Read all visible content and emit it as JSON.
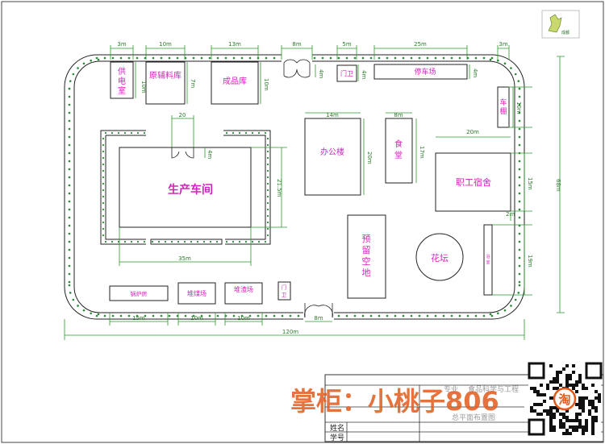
{
  "colors": {
    "label": "#d81fbf",
    "dimension": "#2a9a2a",
    "road": "#2a8a3a",
    "watermark": "#e25b1b"
  },
  "map_label": "成都",
  "buildings": {
    "power_room": "供电室",
    "raw_material_store": "原辅料库",
    "product_store": "成品库",
    "gate_top": "门卫",
    "parking": "停车场",
    "bike_shed": "车棚",
    "production_workshop": "生产车间",
    "office": "办公楼",
    "canteen": "食堂",
    "dormitory": "职工宿舍",
    "reserved_land": "预留空地",
    "flower_bed": "花坛",
    "bath": "浴室",
    "boiler_room": "锅炉房",
    "coal_yard": "堆煤场",
    "slag_yard": "堆渣场",
    "gate_bottom": "门卫"
  },
  "dimensions": {
    "d3m_a": "3m",
    "d10m_a": "10m",
    "d13m": "13m",
    "d8m_a": "8m",
    "d5m": "5m",
    "d25m": "25m",
    "d3m_b": "3m",
    "d10m_v1": "10m",
    "d7m": "7m",
    "d10m_v2": "10m",
    "d4m_a": "4m",
    "d4m_b": "4m",
    "d4m_c": "4m",
    "d10m_v3": "10m",
    "d20": "20",
    "d14m": "14m",
    "d8m_b": "8m",
    "d20m": "20m",
    "d4m_d": "4m",
    "d21_5m": "21.5m",
    "d20m_v": "20m",
    "d17m": "17m",
    "d15m_v": "15m",
    "d68m": "68m",
    "d2m": "2m",
    "d19m": "19m",
    "d35m": "35m",
    "d15m": "15m",
    "d10m_b": "10m",
    "d10m_c": "10m",
    "d8m_c": "8m",
    "d120m": "120m"
  },
  "title_block": {
    "major_label": "专业",
    "major_value": "食品科学与工程",
    "drawing_name": "总平面布置图",
    "name_label": "姓名",
    "id_label": "学号"
  },
  "watermark_text": "掌柜：小桃子806",
  "shop_icon": "淘"
}
